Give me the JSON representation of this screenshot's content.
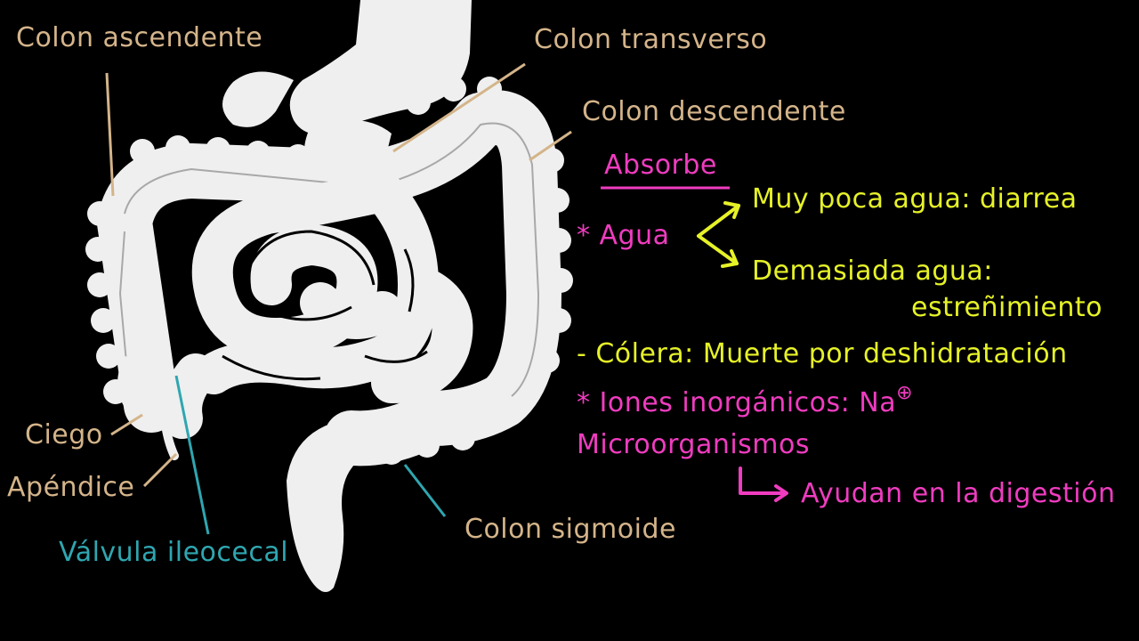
{
  "anatomy_labels": {
    "colon_ascendente": "Colon ascendente",
    "colon_transverso": "Colon transverso",
    "colon_descendente": "Colon descendente",
    "ciego": "Ciego",
    "apendice": "Apéndice",
    "valvula_ileocecal": "Válvula ileocecal",
    "colon_sigmoide": "Colon sigmoide"
  },
  "notes": {
    "absorbe": "Absorbe",
    "agua": "* Agua",
    "poca_agua": "Muy poca agua: diarrea",
    "demasiada_agua": "Demasiada agua:",
    "estrenimiento": "estreñimiento",
    "colera": "- Cólera: Muerte por deshidratación",
    "iones": "* Iones inorgánicos: Na",
    "iones_sup": "⊕",
    "microorganismos": "Microorganismos",
    "ayudan": "Ayudan en la digestión"
  },
  "colors": {
    "background": "#000000",
    "organ": "#efefef",
    "label_tan": "#d4b48a",
    "label_teal": "#2fa6b0",
    "note_pink": "#f03cc0",
    "note_yellow": "#e6f227"
  }
}
